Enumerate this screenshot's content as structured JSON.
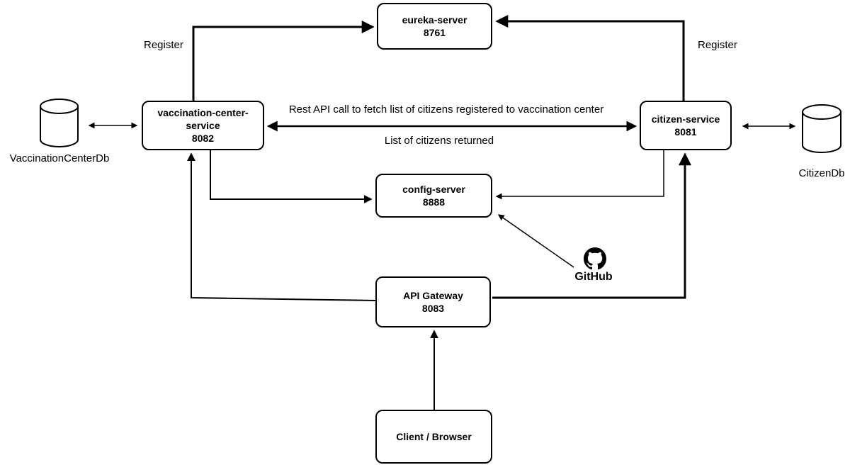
{
  "diagram": {
    "colors": {
      "background": "#ffffff",
      "stroke": "#000000",
      "text": "#000000"
    },
    "nodes": {
      "eureka_server": {
        "name": "eureka-server",
        "port": "8761"
      },
      "vaccination_center_service": {
        "name": "vaccination-center-service",
        "port": "8082"
      },
      "citizen_service": {
        "name": "citizen-service",
        "port": "8081"
      },
      "config_server": {
        "name": "config-server",
        "port": "8888"
      },
      "api_gateway": {
        "name": "API Gateway",
        "port": "8083"
      },
      "client_browser": {
        "name": "Client / Browser"
      }
    },
    "databases": {
      "vaccination_center_db": {
        "label": "VaccinationCenterDb"
      },
      "citizen_db": {
        "label": "CitizenDb"
      }
    },
    "edge_labels": {
      "register_left": "Register",
      "register_right": "Register",
      "rest_api_call": "Rest API call to fetch list of citizens registered to vaccination center",
      "list_of_citizens_returned": "List of citizens returned"
    },
    "github": {
      "icon": "github-octocat-mark",
      "label": "GitHub"
    }
  }
}
